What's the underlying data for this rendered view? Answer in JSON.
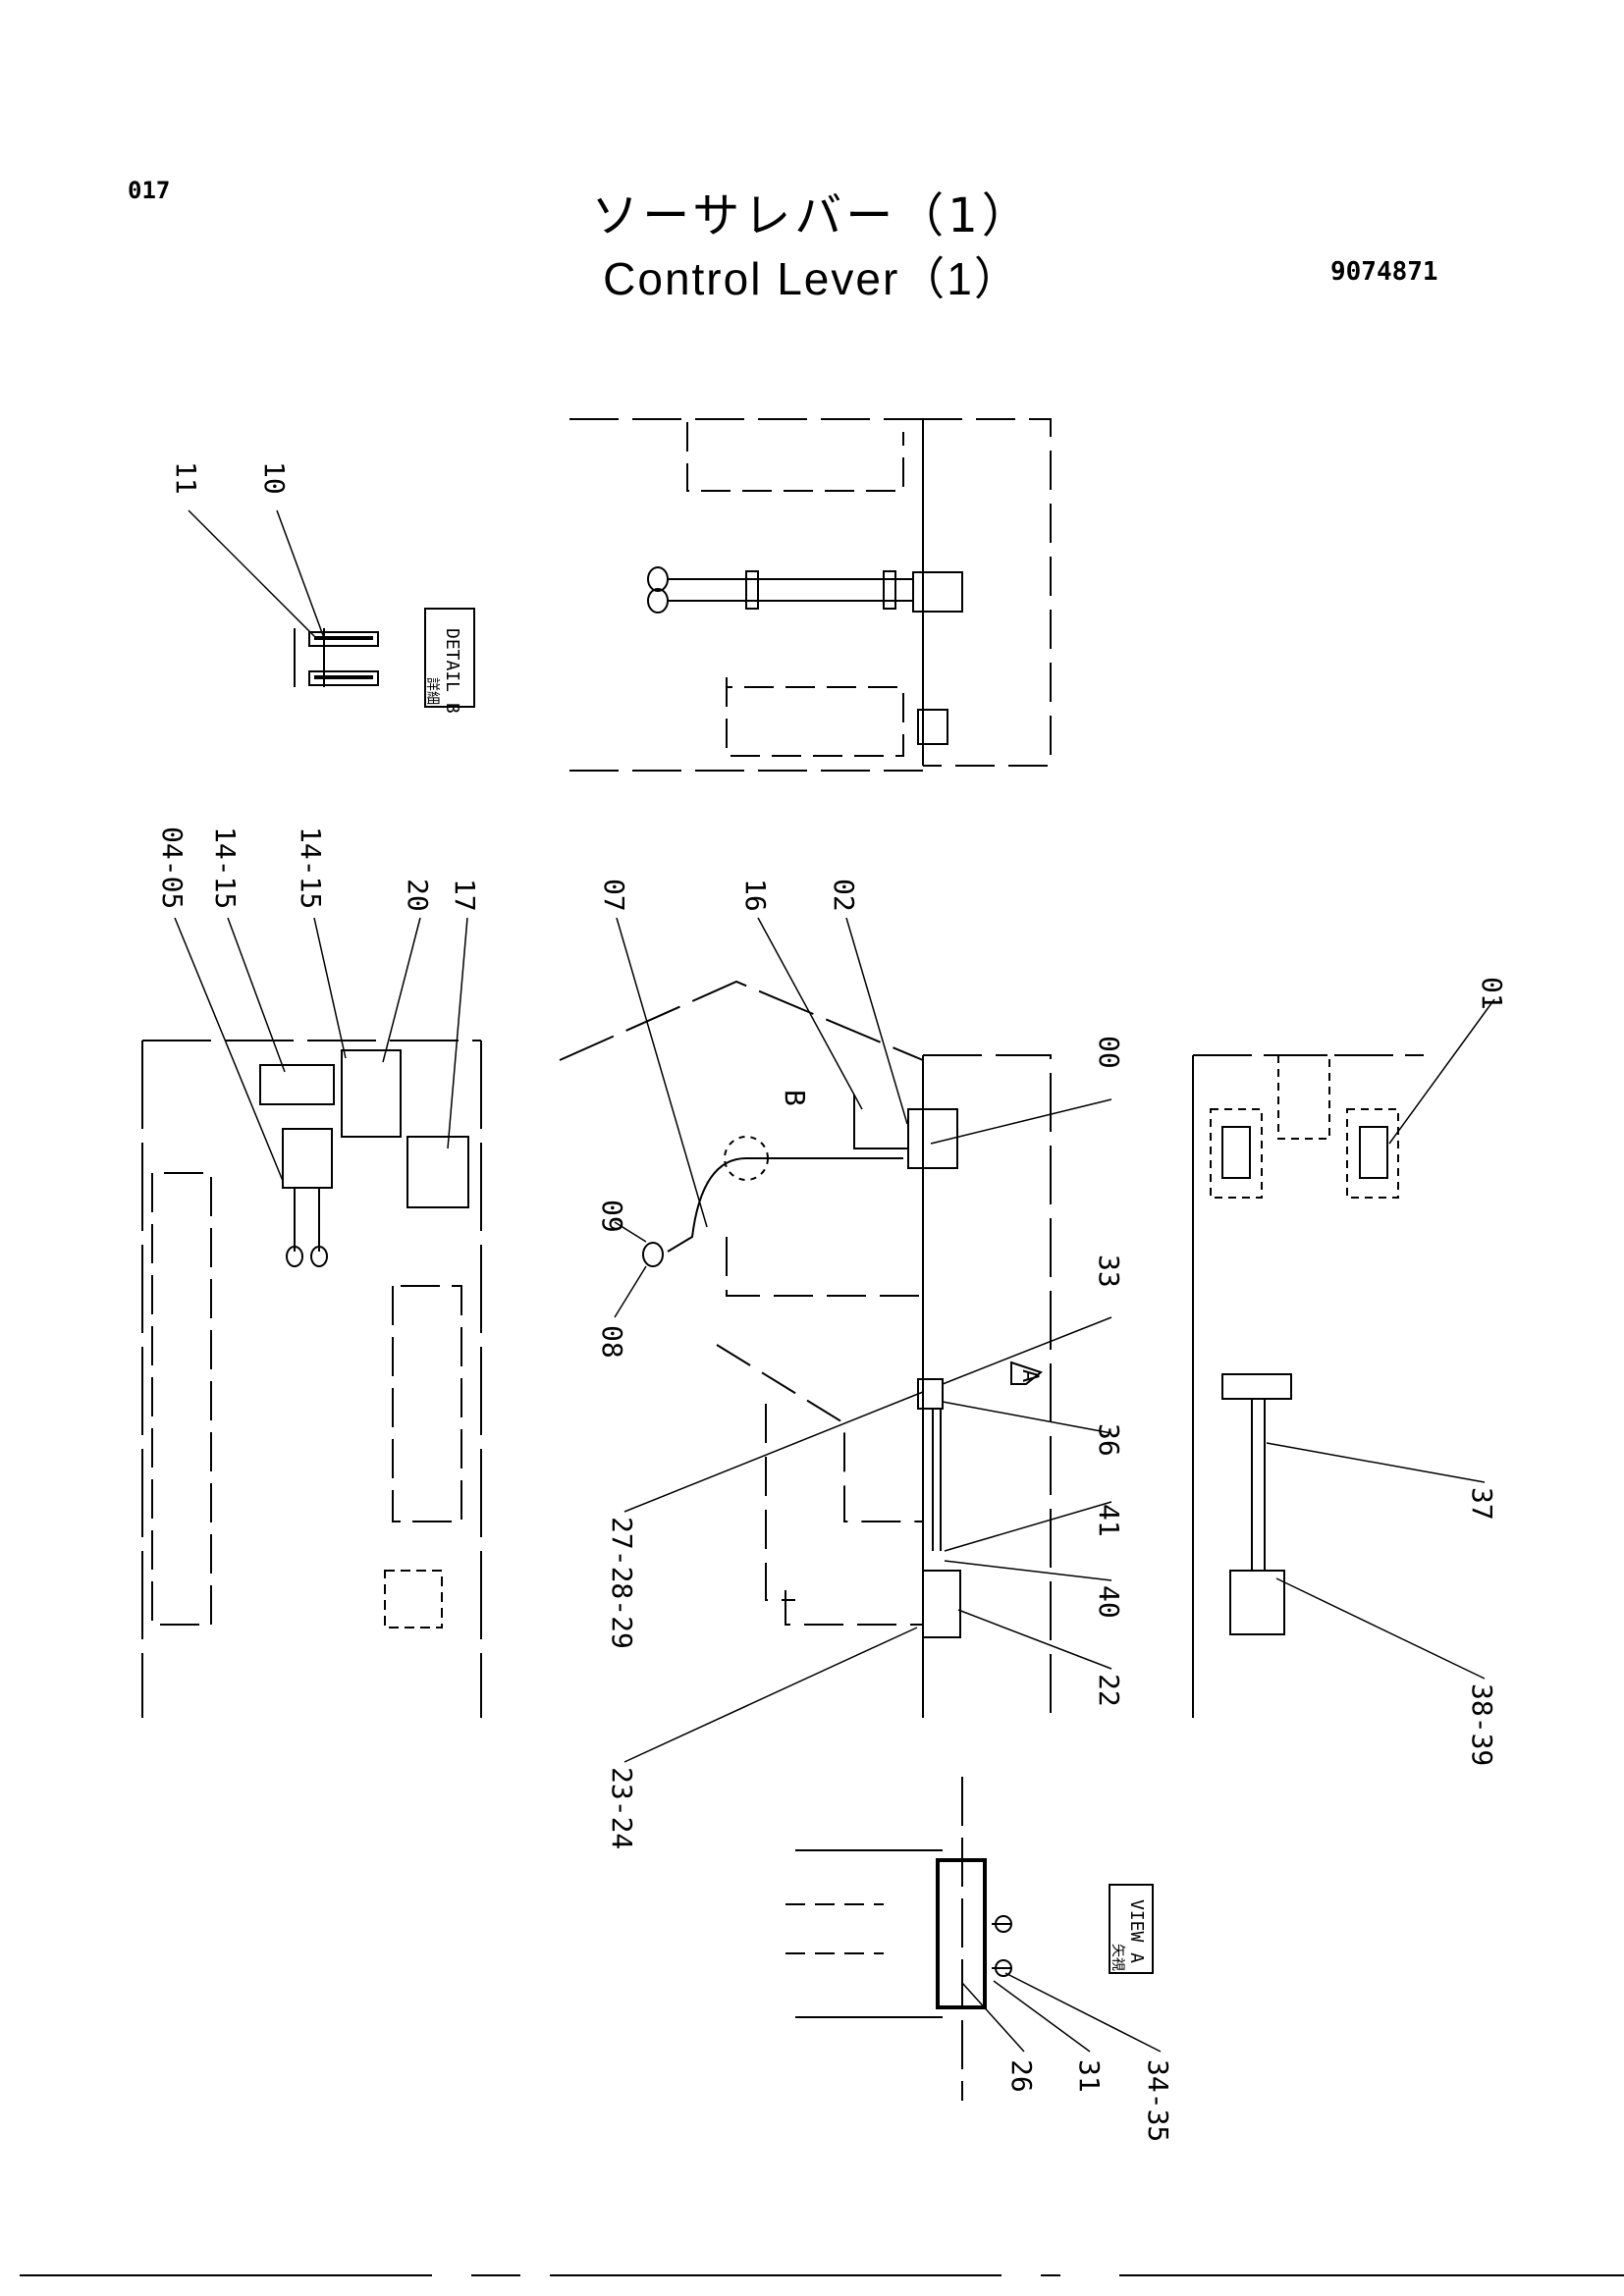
{
  "header": {
    "page_number": "017",
    "title_japanese": "ソーサレバー（1）",
    "title_english": "Control  Lever（1）",
    "part_number": "9074871"
  },
  "callouts": [
    {
      "id": "c11",
      "label": "11"
    },
    {
      "id": "c10",
      "label": "10"
    },
    {
      "id": "c0405",
      "label": "04-05"
    },
    {
      "id": "c1415a",
      "label": "14-15"
    },
    {
      "id": "c1415b",
      "label": "14-15"
    },
    {
      "id": "c20",
      "label": "20"
    },
    {
      "id": "c17",
      "label": "17"
    },
    {
      "id": "c07",
      "label": "07"
    },
    {
      "id": "c16",
      "label": "16"
    },
    {
      "id": "c02",
      "label": "02"
    },
    {
      "id": "c00",
      "label": "00"
    },
    {
      "id": "c01",
      "label": "01"
    },
    {
      "id": "c09",
      "label": "09"
    },
    {
      "id": "c08",
      "label": "08"
    },
    {
      "id": "c33",
      "label": "33"
    },
    {
      "id": "c36",
      "label": "36"
    },
    {
      "id": "c272829",
      "label": "27-28-29"
    },
    {
      "id": "c41",
      "label": "41"
    },
    {
      "id": "c40",
      "label": "40"
    },
    {
      "id": "c22",
      "label": "22"
    },
    {
      "id": "c2324",
      "label": "23-24"
    },
    {
      "id": "c37",
      "label": "37"
    },
    {
      "id": "c3839",
      "label": "38-39"
    },
    {
      "id": "c26",
      "label": "26"
    },
    {
      "id": "c31",
      "label": "31"
    },
    {
      "id": "c3435",
      "label": "34-35"
    }
  ],
  "view_labels": {
    "detail_b": "DETAIL B",
    "detail_b_jp": "詳細",
    "view_a": "VIEW A",
    "view_a_jp": "矢視",
    "marker_b": "B",
    "marker_a": "A"
  }
}
